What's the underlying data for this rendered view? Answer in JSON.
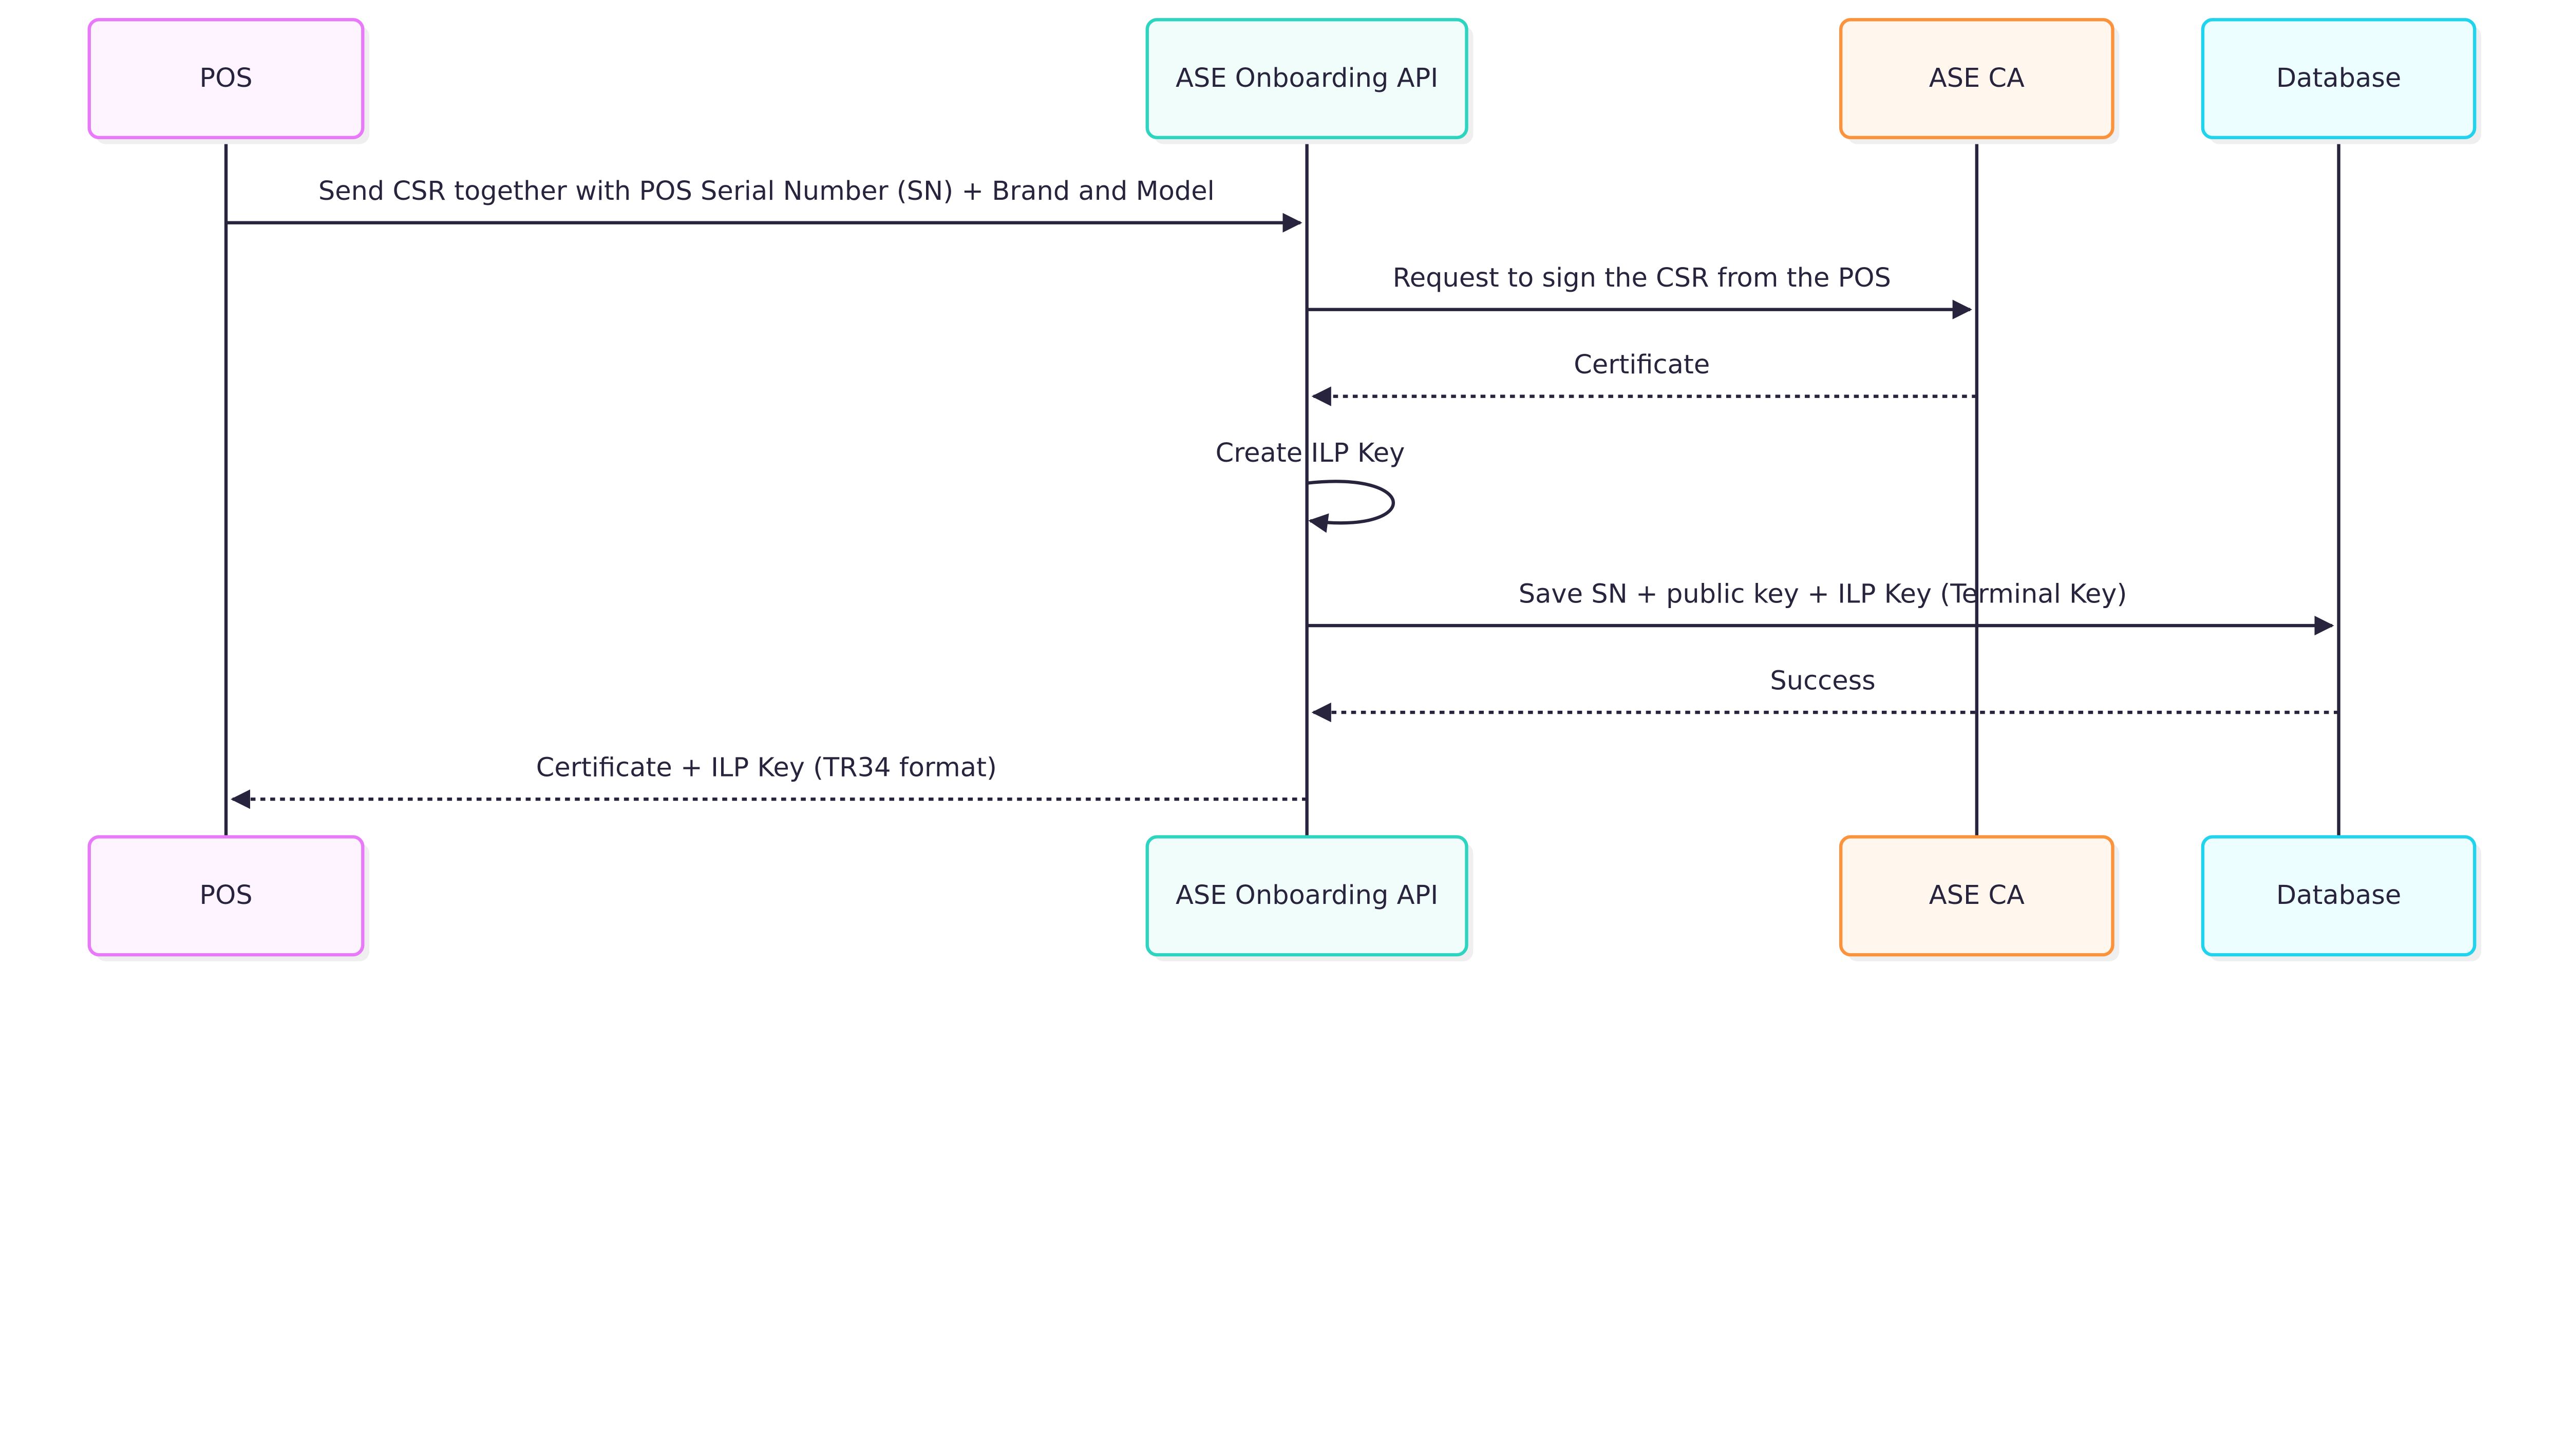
{
  "diagram": {
    "type": "sequence",
    "line_color": "#28243d",
    "participants": [
      {
        "id": "pos",
        "label": "POS",
        "border": "#e879f9",
        "fill": "#fdf4ff"
      },
      {
        "id": "api",
        "label": "ASE Onboarding API",
        "border": "#2dd4bf",
        "fill": "#f0fdfa"
      },
      {
        "id": "ca",
        "label": "ASE CA",
        "border": "#fb923c",
        "fill": "#fff7ed"
      },
      {
        "id": "db",
        "label": "Database",
        "border": "#22d3ee",
        "fill": "#ecfeff"
      }
    ],
    "messages": [
      {
        "from": "pos",
        "to": "api",
        "style": "solid",
        "label": "Send CSR together with POS Serial Number (SN) + Brand and Model"
      },
      {
        "from": "api",
        "to": "ca",
        "style": "solid",
        "label": "Request to sign the CSR from the POS"
      },
      {
        "from": "ca",
        "to": "api",
        "style": "dashed",
        "label": "Certificate"
      },
      {
        "from": "api",
        "to": "api",
        "style": "solid",
        "label": "Create ILP Key"
      },
      {
        "from": "api",
        "to": "db",
        "style": "solid",
        "label": "Save SN + public key + ILP Key (Terminal Key)"
      },
      {
        "from": "db",
        "to": "api",
        "style": "dashed",
        "label": "Success"
      },
      {
        "from": "api",
        "to": "pos",
        "style": "dashed",
        "label": "Certificate + ILP Key (TR34 format)"
      }
    ]
  }
}
